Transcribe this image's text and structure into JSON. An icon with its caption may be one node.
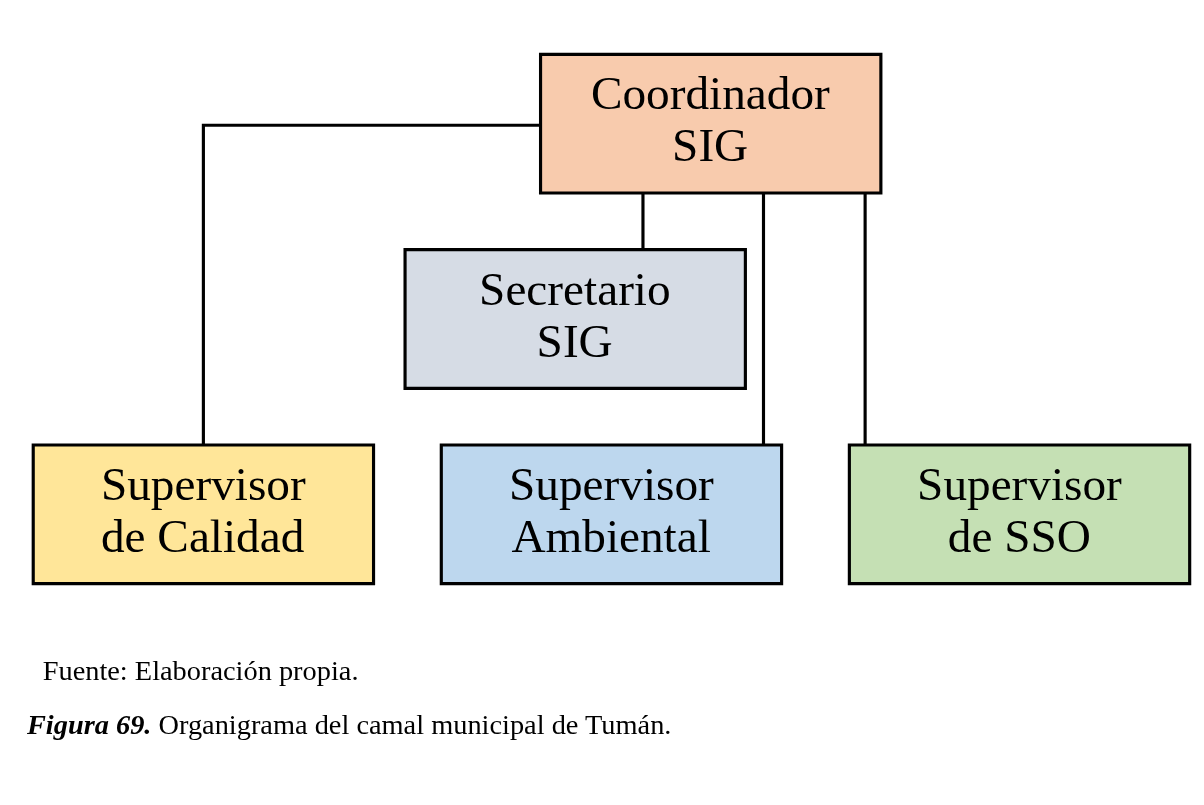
{
  "diagram": {
    "caption": "**Figura 69.** Organigrama del camal municipal de Tumán.",
    "nodes": [
      {
        "text": [
          "Coordinador SIG"
        ]
      },
      {
        "text": [
          "Secretario SIG"
        ]
      },
      {
        "text": [
          "Supervisor de Calidad"
        ]
      },
      {
        "text": [
          "Supervisor Ambiental"
        ]
      },
      {
        "text": [
          "Supervisor de SSO"
        ]
      }
    ],
    "edges": [
      {
        "from": 0,
        "to": 1,
        "arrow": "none"
      },
      {
        "from": 0,
        "to": 2,
        "arrow": "none"
      },
      {
        "from": 0,
        "to": 3,
        "arrow": "none"
      },
      {
        "from": 0,
        "to": 4,
        "arrow": "none"
      }
    ],
    "labels": [
      "Fuente: Elaboración propia."
    ]
  }
}
